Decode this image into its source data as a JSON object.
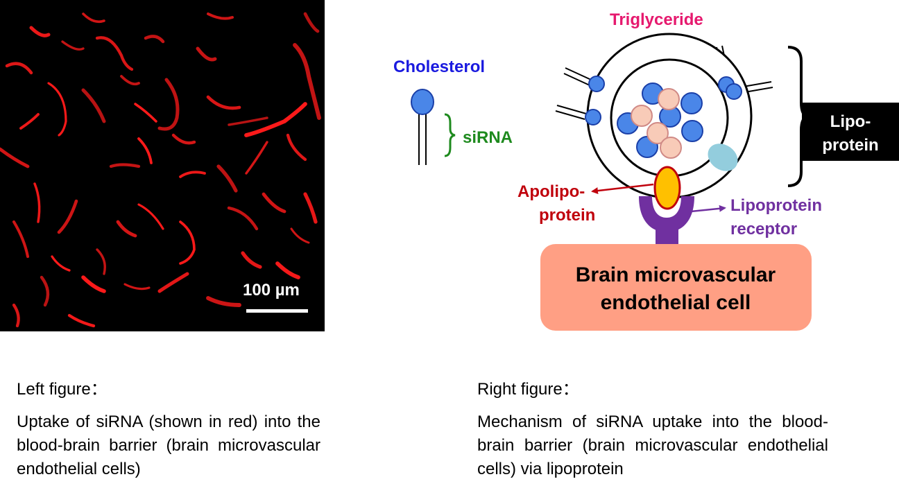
{
  "micrograph": {
    "scale_label": "100 µm",
    "vessel_color": "#ff1a1a"
  },
  "diagram": {
    "triglyceride": "Triglyceride",
    "cholesterol": "Cholesterol",
    "sirna": "siRNA",
    "lipoprotein_box": [
      "Lipo-",
      "protein"
    ],
    "apolipoprotein": [
      "Apolipo-",
      "protein"
    ],
    "receptor": [
      "Lipoprotein",
      "receptor"
    ],
    "cell": [
      "Brain microvascular",
      "endothelial cell"
    ],
    "colors": {
      "cholesterol_blue": "#4a86e8",
      "cholesterol_text": "#1a1adf",
      "triglyceride_pink": "#f8cbb8",
      "triglyceride_text": "#e6196e",
      "sirna_text": "#1e8a1e",
      "apo_text": "#c0000c",
      "apo_fill": "#ffc000",
      "receptor_purple": "#7030a0",
      "cell_fill": "#ff9f84",
      "light_blue": "#93cddd"
    }
  },
  "captions": {
    "left_title": "Left figure：",
    "left_text": "Uptake of siRNA (shown in red) into the blood-brain barrier (brain microvascular endothelial cells)",
    "right_title": "Right figure：",
    "right_text": "Mechanism of siRNA uptake into the blood-brain barrier (brain microvascular endothelial cells) via lipoprotein"
  }
}
